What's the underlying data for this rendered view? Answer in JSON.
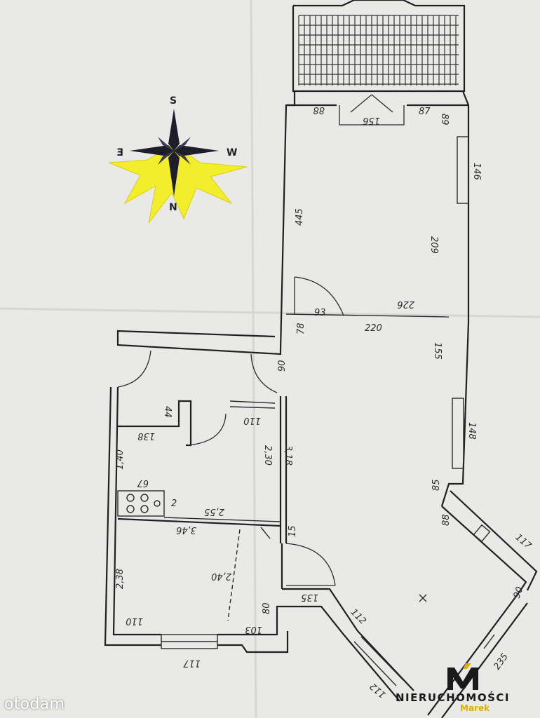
{
  "compass": {
    "north": "N",
    "south": "S",
    "east": "E",
    "west": "W",
    "star_color": "#f3ee2c",
    "needle_color": "#1d1d2b"
  },
  "dimensions": {
    "d_88": "88",
    "d_156": "156",
    "d_87": "87",
    "d_89": "89",
    "d_146": "146",
    "d_445": "445",
    "d_209": "209",
    "d_226": "226",
    "d_93": "93",
    "d_220": "220",
    "d_78": "78",
    "d_155": "155",
    "d_90": "90",
    "d_44": "44",
    "d_110_upper": "110",
    "d_138": "138",
    "d_230": "2,30",
    "d_318": "3,18",
    "d_140": "1,40",
    "d_148": "148",
    "d_67": "67",
    "d_85": "85",
    "d_2": "2",
    "d_255": "2,55",
    "d_346": "3,46",
    "d_88b": "88",
    "d_117": "117",
    "d_15": "15",
    "d_238": "2,38",
    "d_240": "2,40",
    "d_135": "135",
    "d_80": "80",
    "d_112": "112",
    "d_110_lower": "110",
    "d_103": "103",
    "d_117b": "117",
    "d_235": "235",
    "d_112b": "112",
    "d_90b": "90"
  },
  "watermark": {
    "text": "otodam"
  },
  "logo": {
    "word": "NIERUCHOMOŚCI",
    "sub": "Marek",
    "accent": "#e0b000"
  }
}
